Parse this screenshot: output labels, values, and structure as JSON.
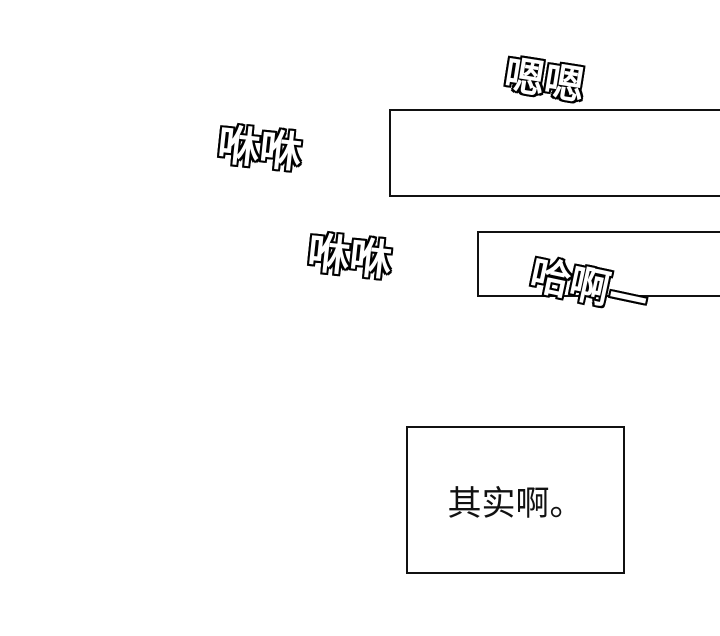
{
  "sound_effects": {
    "enen": "嗯嗯",
    "xiuxiu_upper": "咻咻",
    "xiuxiu_lower": "咻咻",
    "haa": "哈啊—"
  },
  "dialogue": {
    "bottom_panel_text": "其实啊。"
  }
}
